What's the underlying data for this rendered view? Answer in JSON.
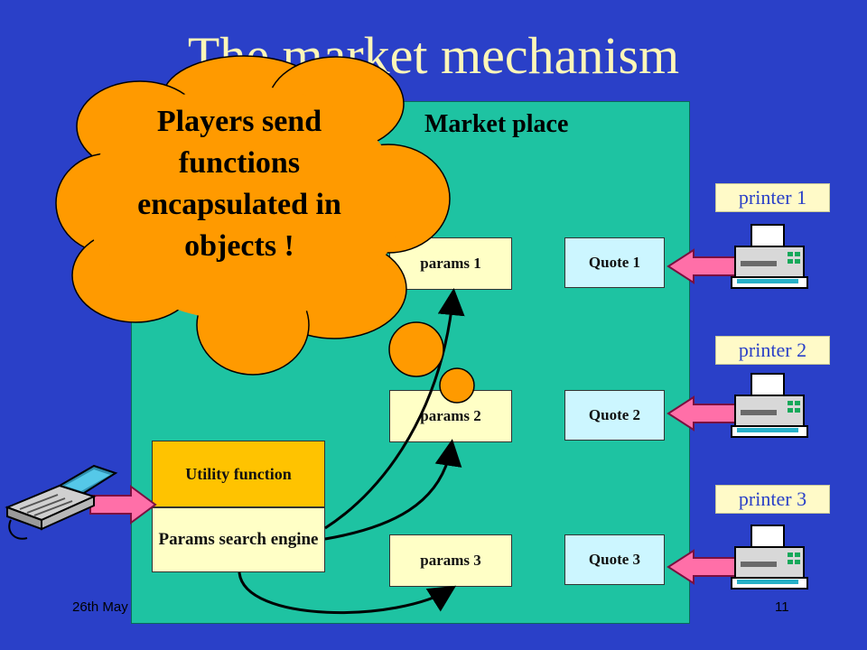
{
  "slide": {
    "title": "The market mechanism",
    "market_title": "Market place",
    "bubble_text": "Players send functions encapsulated in objects !",
    "params": [
      "params 1",
      "params 2",
      "params 3"
    ],
    "quotes": [
      "Quote 1",
      "Quote 2",
      "Quote 3"
    ],
    "utility_label": "Utility function",
    "search_label": "Params search engine",
    "printers": [
      "printer 1",
      "printer 2",
      "printer 3"
    ],
    "footer_left": "26th May",
    "page_number": "11"
  },
  "colors": {
    "background": "#2a40c8",
    "title": "#fdf6b8",
    "market": "#1ec3a2",
    "bubble": "#ff9a00",
    "arrow": "#ff6fa8"
  }
}
